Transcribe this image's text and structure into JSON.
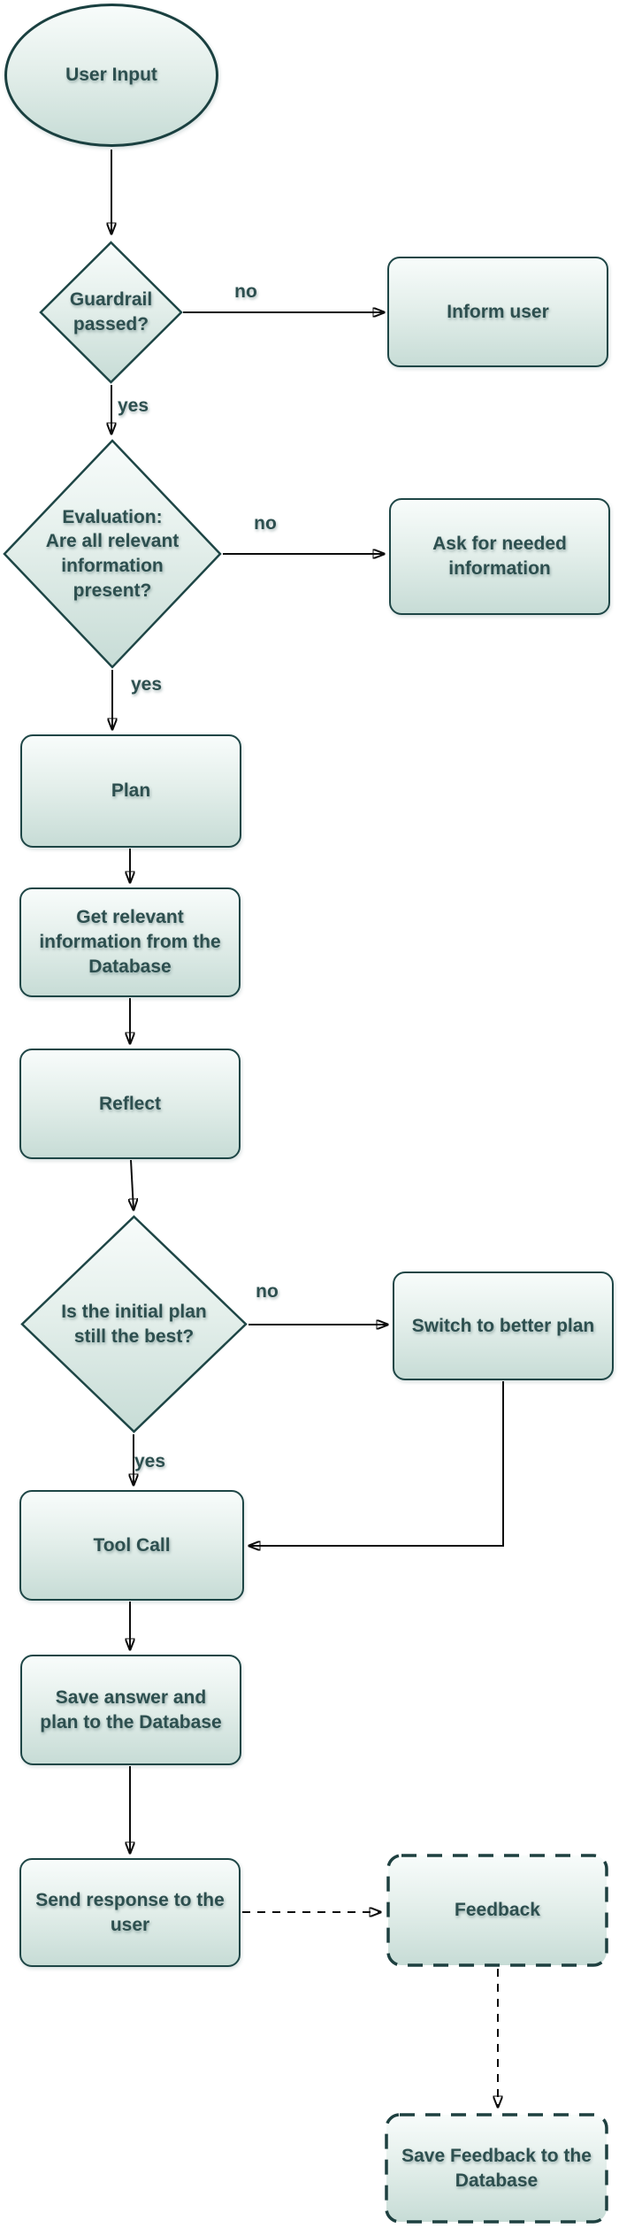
{
  "colors": {
    "background": "#ffffff",
    "node_fill_top": "#f8fcfb",
    "node_fill_bottom": "#c7dcd6",
    "node_border": "#1e4646",
    "text": "#2d4f4f",
    "connector": "#0d0d0d"
  },
  "nodes": {
    "user_input": {
      "shape": "ellipse",
      "lines": [
        "User Input"
      ]
    },
    "guardrail": {
      "shape": "diamond",
      "lines": [
        "Guardrail",
        "passed?"
      ]
    },
    "inform_user": {
      "shape": "rounded-rect",
      "lines": [
        "Inform user"
      ]
    },
    "evaluation": {
      "shape": "diamond",
      "lines": [
        "Evaluation:",
        "Are all relevant",
        "information",
        "present?"
      ]
    },
    "ask_information": {
      "shape": "rounded-rect",
      "lines": [
        "Ask for needed",
        "information"
      ]
    },
    "plan": {
      "shape": "rounded-rect",
      "lines": [
        "Plan"
      ]
    },
    "get_information": {
      "shape": "rounded-rect",
      "lines": [
        "Get relevant",
        "information from the",
        "Database"
      ]
    },
    "reflect": {
      "shape": "rounded-rect",
      "lines": [
        "Reflect"
      ]
    },
    "initial_plan": {
      "shape": "diamond",
      "lines": [
        "Is the initial plan",
        "still the best?"
      ]
    },
    "switch_plan": {
      "shape": "rounded-rect",
      "lines": [
        "Switch to better plan"
      ]
    },
    "tool_call": {
      "shape": "rounded-rect",
      "lines": [
        "Tool Call"
      ]
    },
    "save_answer": {
      "shape": "rounded-rect",
      "lines": [
        "Save answer and",
        "plan to the Database"
      ]
    },
    "send_response": {
      "shape": "rounded-rect",
      "lines": [
        "Send response to the",
        "user"
      ]
    },
    "feedback": {
      "shape": "rounded-rect-dashed",
      "lines": [
        "Feedback"
      ]
    },
    "save_feedback": {
      "shape": "rounded-rect-dashed",
      "lines": [
        "Save Feedback to the",
        "Database"
      ]
    }
  },
  "edge_labels": {
    "guardrail_no": "no",
    "guardrail_yes": "yes",
    "evaluation_no": "no",
    "evaluation_yes": "yes",
    "initial_plan_no": "no",
    "initial_plan_yes": "yes"
  }
}
